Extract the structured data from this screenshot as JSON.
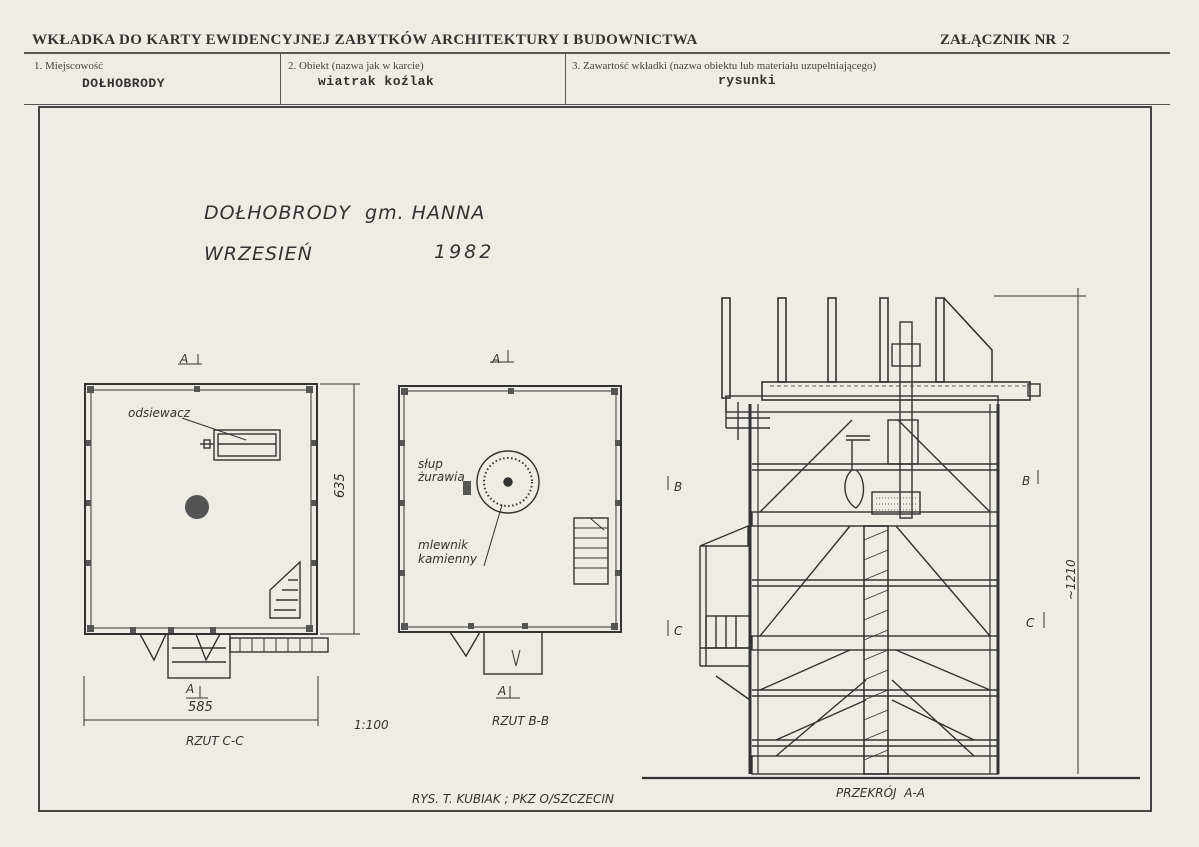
{
  "header": {
    "title": "WKŁADKA DO KARTY EWIDENCYJNEJ ZABYTKÓW ARCHITEKTURY I BUDOWNICTWA",
    "attachment_label": "ZAŁĄCZNIK NR",
    "attachment_number": "2"
  },
  "fields": [
    {
      "label": "1. Miejscowość",
      "value": "DOŁHOBRODY"
    },
    {
      "label": "2. Obiekt (nazwa jak w karcie)",
      "value": "wiatrak koźlak"
    },
    {
      "label": "3. Zawartość wkładki (nazwa obiektu lub materiału uzupełniającego)",
      "value": "rysunki"
    }
  ],
  "drawing": {
    "location_line": "DOŁHOBRODY  gm. HANNA",
    "month": "WRZESIEŃ",
    "year": "1982",
    "plan_cc": {
      "caption": "RZUT C-C",
      "width_dim": "585",
      "height_dim": "635",
      "label_sieve": "odsiewacz",
      "marker_top": "A",
      "marker_bottom": "A"
    },
    "plan_bb": {
      "caption": "RZUT B-B",
      "label_post": "słup\nżurawia",
      "label_millstone": "mlewnik\nkamienny",
      "marker_top": "A",
      "marker_bottom": "A"
    },
    "scale": "1:100",
    "section_aa": {
      "caption": "PRZEKRÓJ  A-A",
      "height_dim": "~1210",
      "markers": [
        "B",
        "C",
        "B",
        "C"
      ]
    },
    "author": "RYS. T. KUBIAK ; PKZ O/SZCZECIN"
  }
}
